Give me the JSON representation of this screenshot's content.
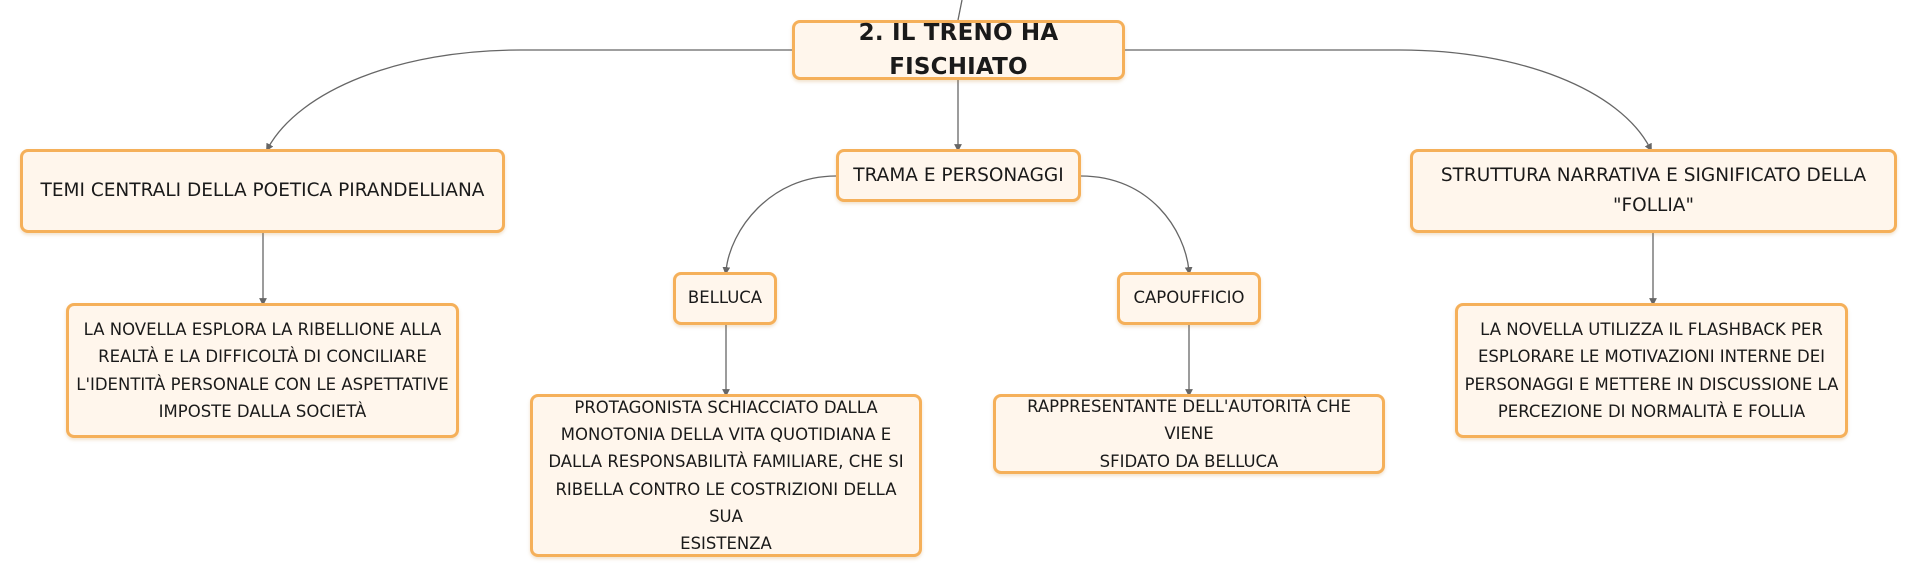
{
  "root": {
    "label": "2. IL TRENO HA FISCHIATO"
  },
  "temi": {
    "label": "TEMI CENTRALI DELLA POETICA PIRANDELLIANA",
    "description": [
      "LA NOVELLA ESPLORA LA RIBELLIONE ALLA",
      "REALTÀ E LA DIFFICOLTÀ DI CONCILIARE",
      "L'IDENTITÀ PERSONALE CON LE ASPETTATIVE",
      "IMPOSTE DALLA SOCIETÀ"
    ]
  },
  "trama": {
    "label": "TRAMA E PERSONAGGI",
    "belluca": {
      "label": "BELLUCA",
      "description": [
        "PROTAGONISTA SCHIACCIATO DALLA",
        "MONOTONIA DELLA VITA QUOTIDIANA E",
        "DALLA RESPONSABILITÀ FAMILIARE, CHE SI",
        "RIBELLA CONTRO LE COSTRIZIONI DELLA SUA",
        "ESISTENZA"
      ]
    },
    "capoufficio": {
      "label": "CAPOUFFICIO",
      "description": [
        "RAPPRESENTANTE DELL'AUTORITÀ CHE VIENE",
        "SFIDATO DA BELLUCA"
      ]
    }
  },
  "struttura": {
    "label": [
      "STRUTTURA NARRATIVA E SIGNIFICATO DELLA",
      "\"FOLLIA\""
    ],
    "description": [
      "LA NOVELLA UTILIZZA IL FLASHBACK PER",
      "ESPLORARE LE MOTIVAZIONI INTERNE DEI",
      "PERSONAGGI E METTERE IN DISCUSSIONE LA",
      "PERCEZIONE DI NORMALITÀ E FOLLIA"
    ]
  },
  "colors": {
    "node_border": "#f5b05a",
    "node_fill": "#fff6ec",
    "connector": "#666666",
    "text": "#1a1a1a"
  }
}
